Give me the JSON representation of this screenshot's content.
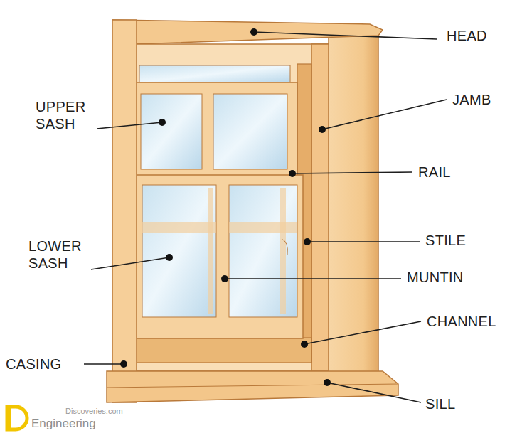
{
  "diagram": {
    "labels": [
      "HEAD",
      "UPPER SASH",
      "JAMB",
      "RAIL",
      "LOWER SASH",
      "STILE",
      "MUNTIN",
      "CHANNEL",
      "CASING",
      "SILL",
      "Discoveries.com",
      "Engineering"
    ]
  }
}
